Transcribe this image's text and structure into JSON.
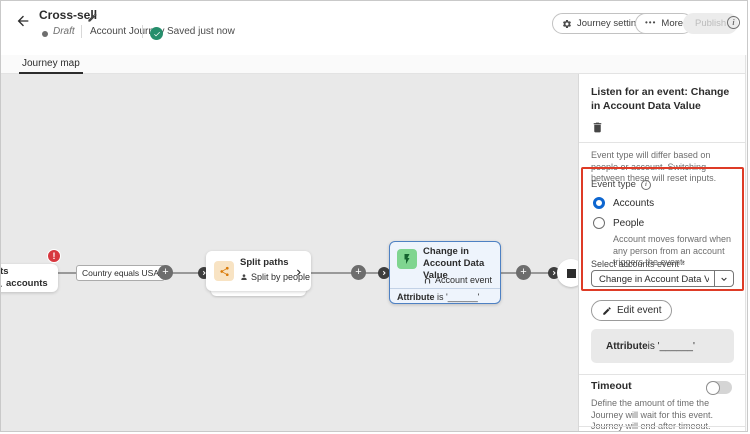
{
  "header": {
    "title": "Cross-sell",
    "status_label": "Draft",
    "type_label": "Account Journey",
    "saved_label": "Saved just now",
    "buttons": {
      "journey_settings": "Journey settings",
      "more": "More",
      "publish": "Publish"
    }
  },
  "tabs": {
    "journey_map": "Journey map"
  },
  "canvas": {
    "read_node": {
      "title": "Read accounts",
      "subtitle": "accounts"
    },
    "condition_label": "Country equals USA",
    "split_node": {
      "title": "Split paths",
      "subtitle": "Split by people"
    },
    "event_node": {
      "title": "Change in Account Data Value",
      "subtitle": "Account event",
      "attr_bold": "Attribute",
      "attr_rest": " is '______'"
    }
  },
  "panel": {
    "heading": "Listen for an event: Change in Account Data Value",
    "intro": "Event type will differ based on people or account. Switching between these will reset inputs.",
    "event_type": {
      "label": "Event type",
      "options": [
        "Accounts",
        "People"
      ],
      "selected": "Accounts",
      "people_helper": "Account moves forward when any person from an account triggers the event."
    },
    "select_event": {
      "label": "Select accounts event *",
      "value": "Change in Account Data Value"
    },
    "edit_event_label": "Edit event",
    "attribute_summary": {
      "bold": "Attribute",
      "rest": " is '______'"
    },
    "timeout": {
      "label": "Timeout",
      "enabled": false,
      "description": "Define the amount of time the Journey will wait for this event. Journey will end after timeout."
    }
  },
  "colors": {
    "accent_blue": "#0d66d0",
    "selection_blue": "#4e81c3",
    "annotation_red": "#de3b26",
    "error_red": "#d7373f",
    "success_green": "#268e6c",
    "event_icon_green": "#7fd590",
    "split_icon_orange_bg": "#f8e3c3",
    "split_icon_orange": "#d97a08",
    "canvas_gray": "#e9e9e9"
  }
}
